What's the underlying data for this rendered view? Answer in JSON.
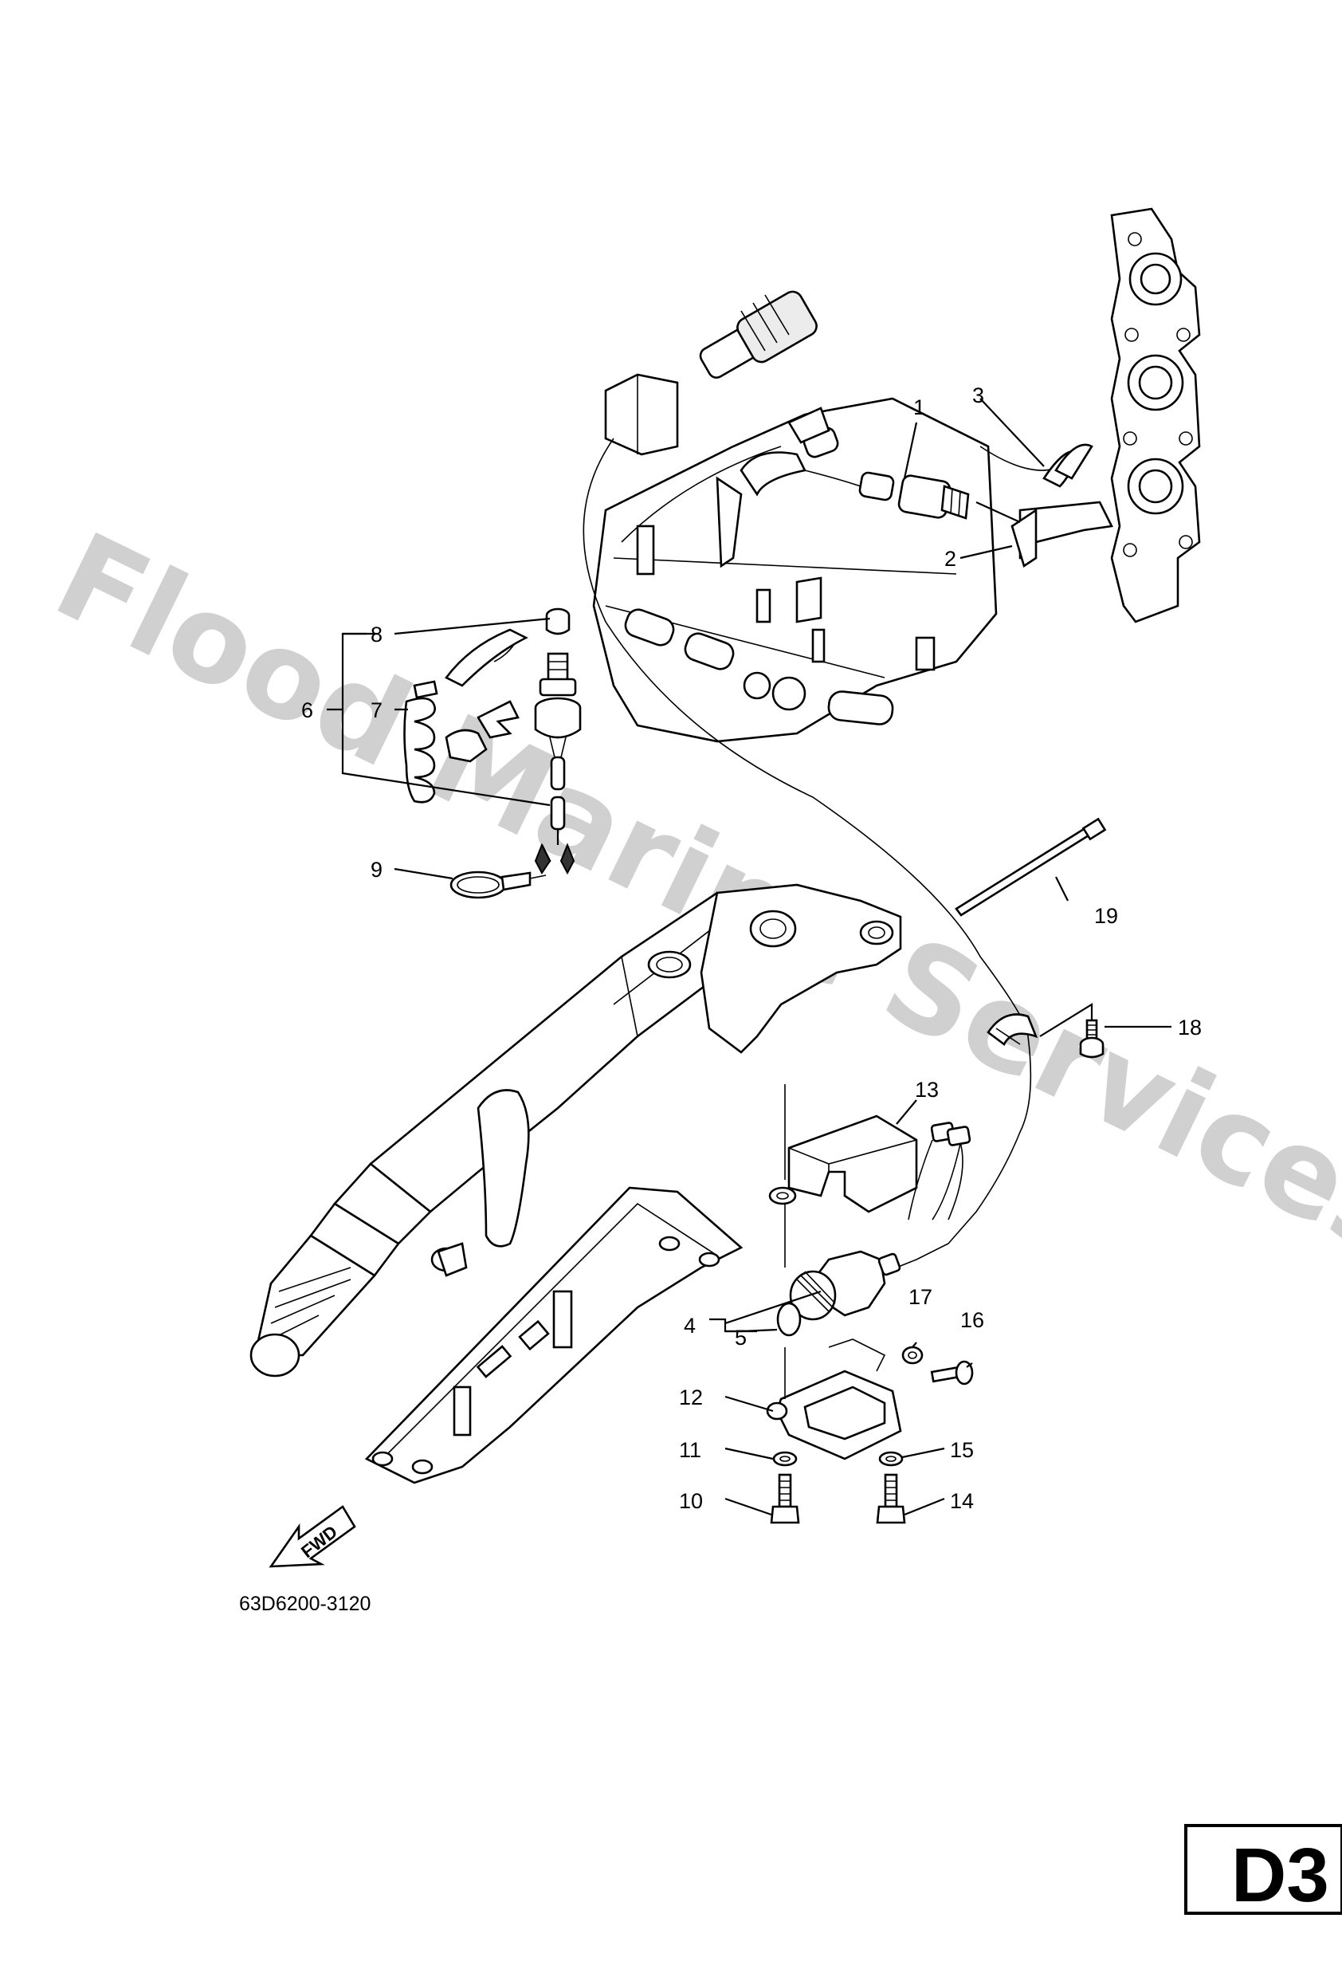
{
  "watermark": "Flood Marine Services",
  "diagram_code": "63D6200-3120",
  "fwd_label": "FWD",
  "page_badge": "D3",
  "callouts": {
    "c1": "1",
    "c2": "2",
    "c3": "3",
    "c4": "4",
    "c5": "5",
    "c6": "6",
    "c7": "7",
    "c8": "8",
    "c9": "9",
    "c10": "10",
    "c11": "11",
    "c12": "12",
    "c13": "13",
    "c14": "14",
    "c15": "15",
    "c16": "16",
    "c17": "17",
    "c18": "18",
    "c19": "19"
  }
}
